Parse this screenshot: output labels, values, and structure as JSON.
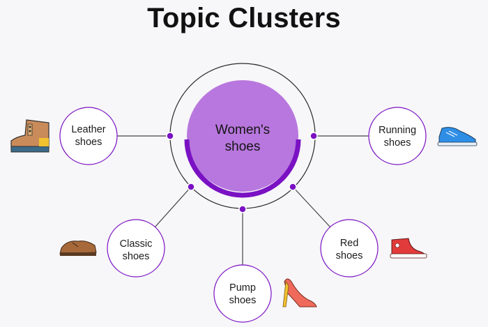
{
  "title": "Topic Clusters",
  "colors": {
    "accent": "#7a12c4",
    "hub_fill": "#b877de",
    "line": "#444444",
    "node_border": "#7a12c4",
    "background": "#f7f6f8"
  },
  "hub": {
    "label": "Women's\nshoes"
  },
  "nodes": [
    {
      "id": "leather",
      "label": "Leather\nshoes",
      "icon": "boot-icon"
    },
    {
      "id": "running",
      "label": "Running\nshoes",
      "icon": "sneaker-icon"
    },
    {
      "id": "classic",
      "label": "Classic\nshoes",
      "icon": "oxford-shoe-icon"
    },
    {
      "id": "pump",
      "label": "Pump\nshoes",
      "icon": "high-heel-icon"
    },
    {
      "id": "red",
      "label": "Red\nshoes",
      "icon": "high-top-sneaker-icon"
    }
  ]
}
